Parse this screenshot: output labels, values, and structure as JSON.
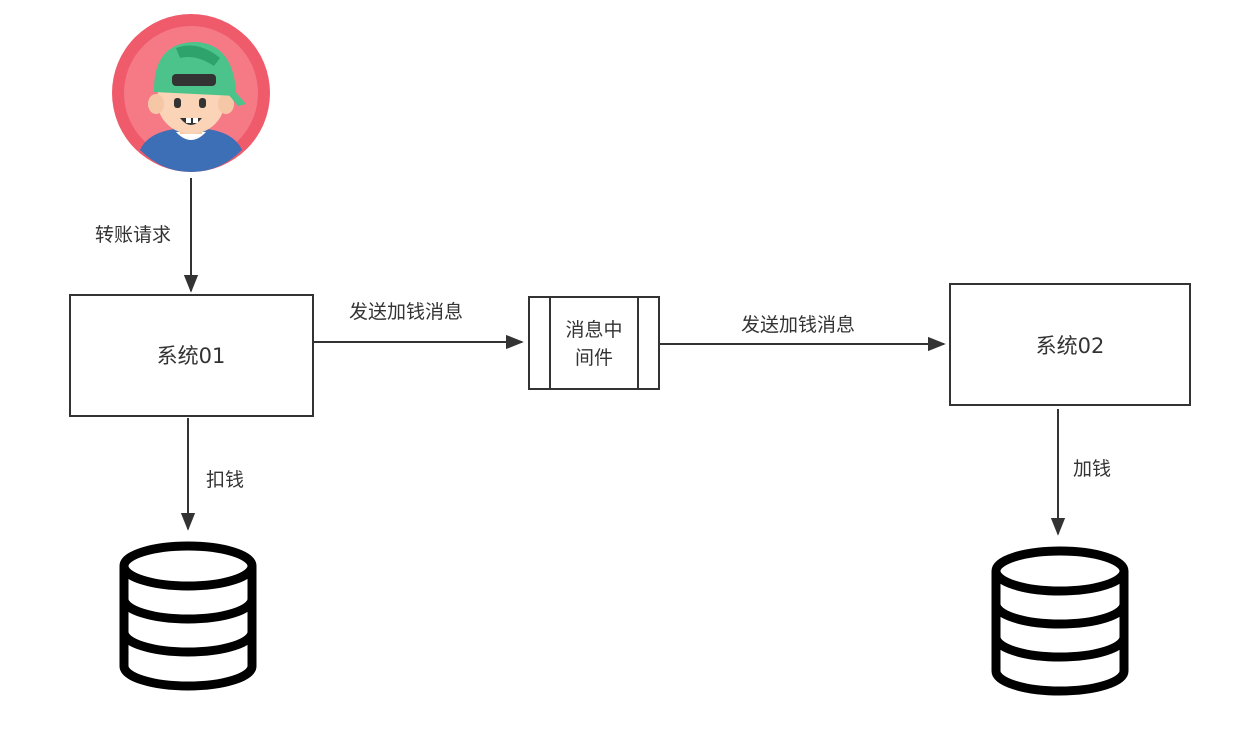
{
  "nodes": {
    "system1": "系统01",
    "mq_line1": "消息中",
    "mq_line2": "间件",
    "system2": "系统02"
  },
  "edges": {
    "transfer_request": "转账请求",
    "send_add_1": "发送加钱消息",
    "send_add_2": "发送加钱消息",
    "deduct": "扣钱",
    "add": "加钱"
  },
  "icons": {
    "user": "user-avatar-icon",
    "database": "database-icon"
  },
  "colors": {
    "line": "#333333",
    "avatar_bg": "#ef5b6b",
    "avatar_ring": "#f57a86",
    "cap": "#4cc38a",
    "shirt": "#3d6fb6"
  }
}
